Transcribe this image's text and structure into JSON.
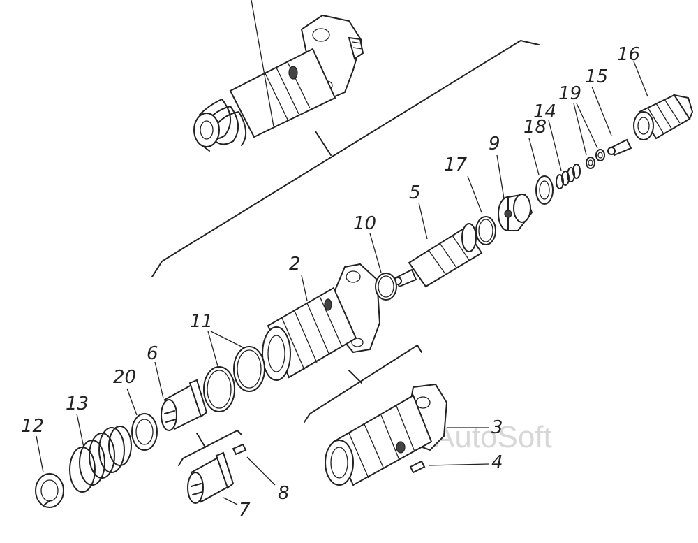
{
  "watermark": "AutoSoft",
  "callouts": [
    "2",
    "3",
    "4",
    "5",
    "6",
    "7",
    "8",
    "9",
    "10",
    "11",
    "12",
    "13",
    "14",
    "15",
    "16",
    "17",
    "18",
    "19",
    "20"
  ]
}
